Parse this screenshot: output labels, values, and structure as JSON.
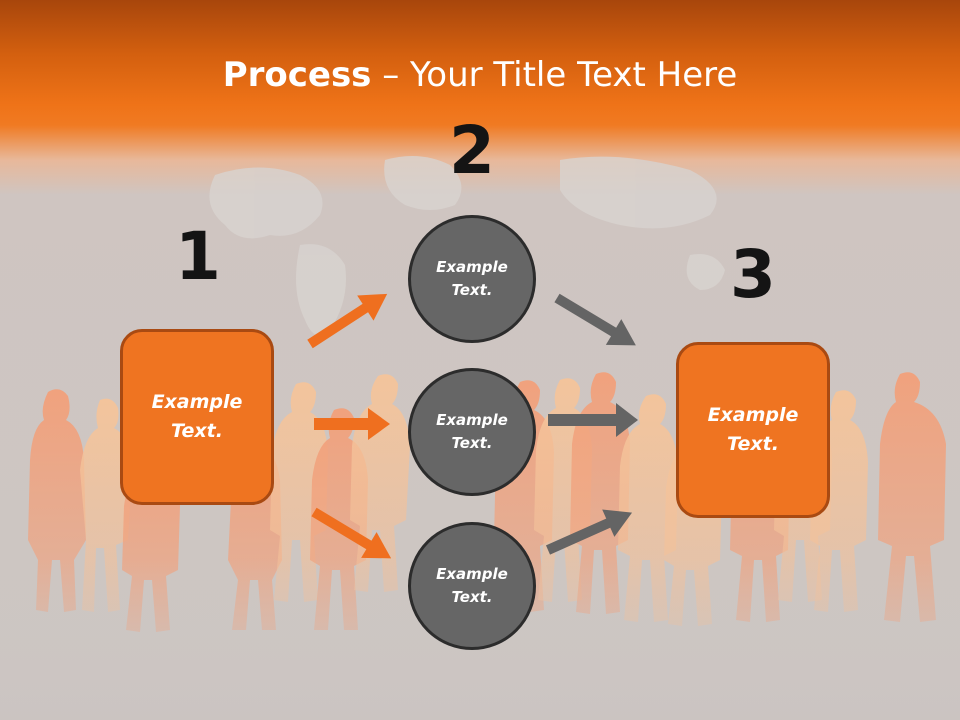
{
  "slide": {
    "title_bold": "Process",
    "title_rest": " – Your Title Text Here"
  },
  "steps": [
    {
      "number": "1",
      "text": "Example\nText."
    },
    {
      "number": "2",
      "items": [
        "Example\nText.",
        "Example\nText.",
        "Example\nText."
      ]
    },
    {
      "number": "3",
      "text": "Example\nText."
    }
  ],
  "colors": {
    "orange": "#ef7421",
    "orange_border": "#a94a12",
    "gray_circle": "#666666",
    "gray_arrow": "#646464",
    "orange_arrow": "#ef6f1f"
  },
  "background": {
    "icons": [
      "world-map-icon",
      "crowd-silhouette-icon"
    ]
  }
}
